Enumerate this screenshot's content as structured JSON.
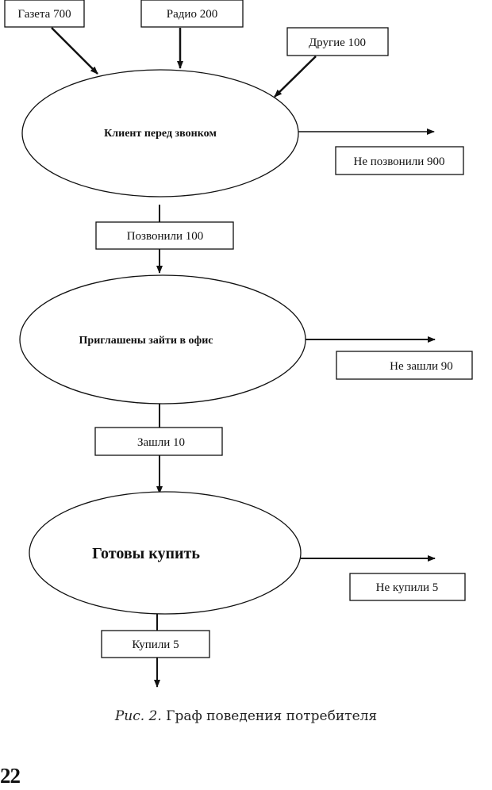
{
  "diagram": {
    "sources": [
      {
        "id": "gazeta",
        "label": "Газета 700"
      },
      {
        "id": "radio",
        "label": "Радио 200"
      },
      {
        "id": "drugie",
        "label": "Другие 100"
      }
    ],
    "nodes": [
      {
        "id": "klient",
        "label": "Клиент перед звонком"
      },
      {
        "id": "priglasheny",
        "label": "Приглашены зайти в офис"
      },
      {
        "id": "gotovy",
        "label": "Готовы купить"
      }
    ],
    "exits": [
      {
        "id": "ne-pozvonili",
        "label": "Не позвонили 900"
      },
      {
        "id": "ne-zashli",
        "label": "Не зашли 90"
      },
      {
        "id": "ne-kupili",
        "label": "Не купили 5"
      }
    ],
    "flows": [
      {
        "id": "pozvonili",
        "label": "Позвонили 100"
      },
      {
        "id": "zashli",
        "label": "Зашли 10"
      },
      {
        "id": "kupili",
        "label": "Купили 5"
      }
    ]
  },
  "caption": {
    "prefix": "Рис. 2.",
    "text": " Граф поведения потребителя"
  },
  "page_number": "22",
  "colors": {
    "stroke": "#111111",
    "background": "#ffffff"
  }
}
